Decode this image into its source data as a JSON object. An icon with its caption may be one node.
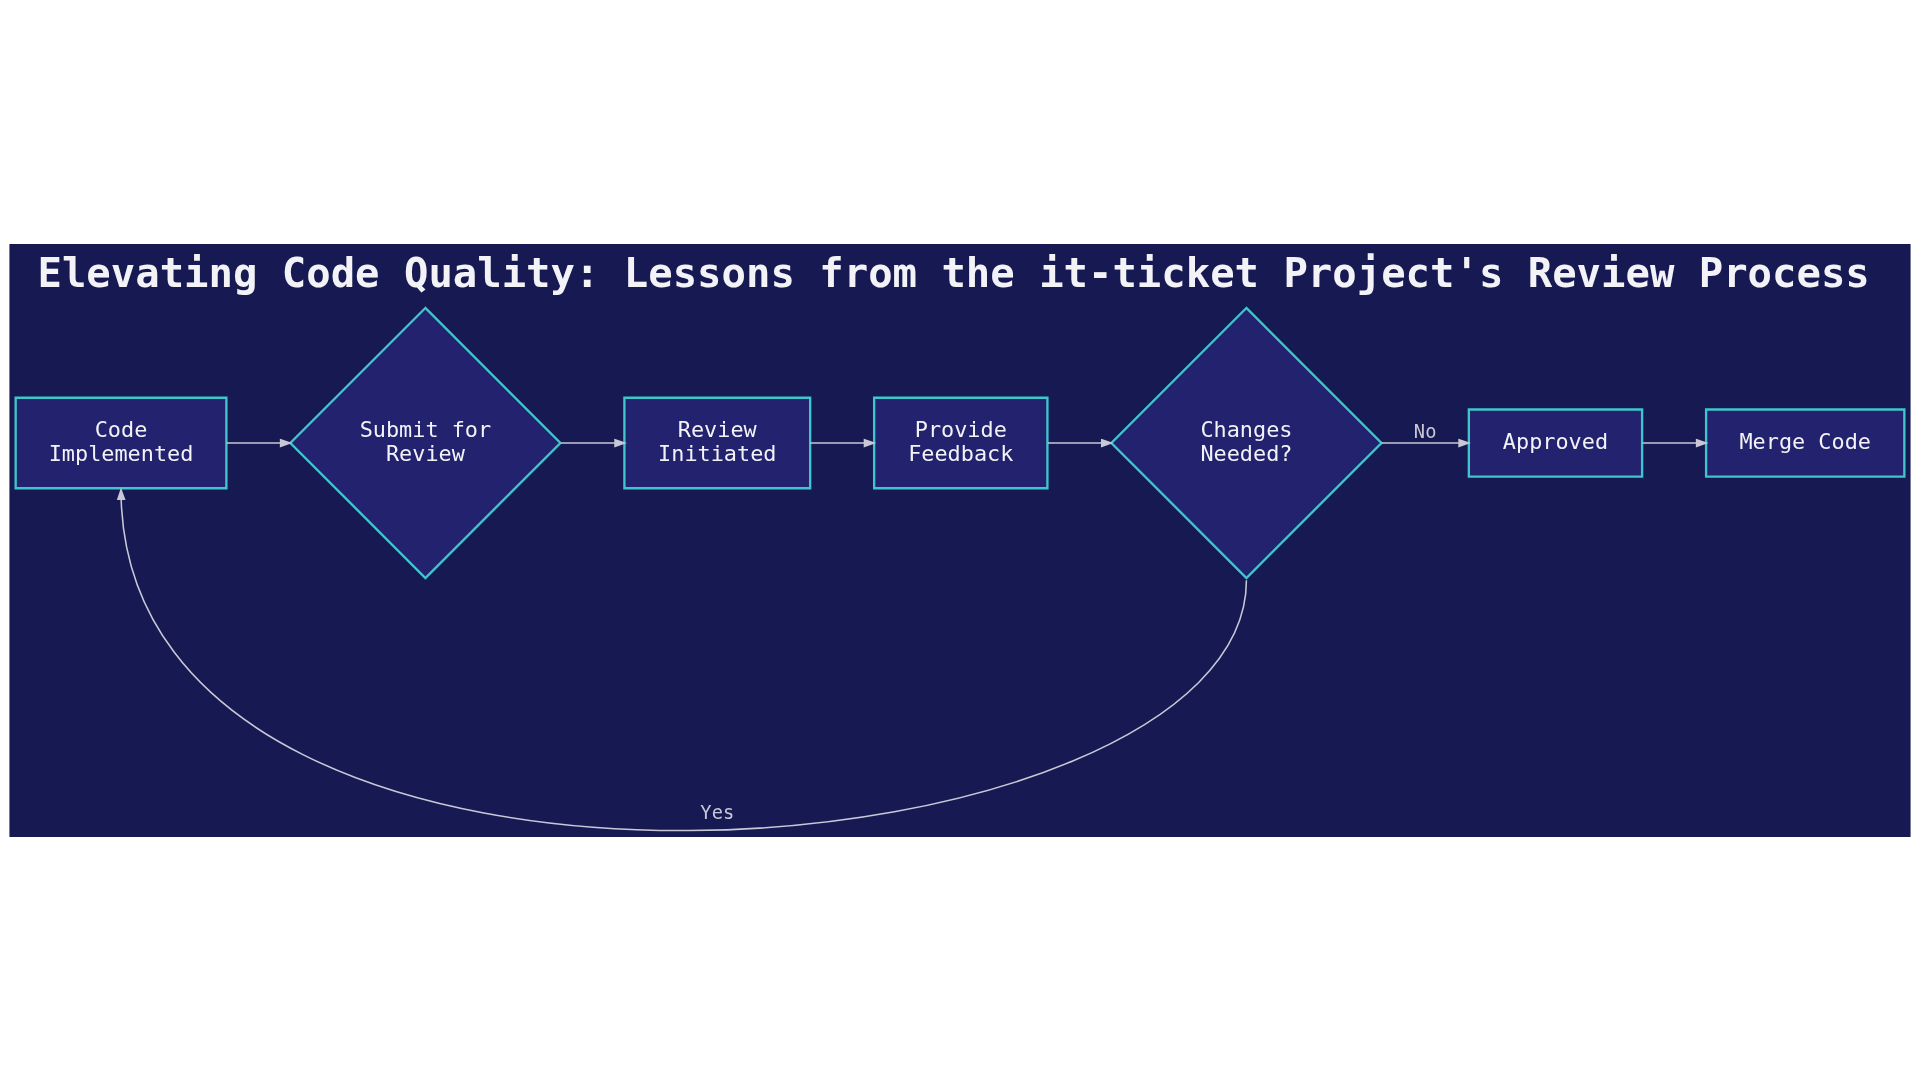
{
  "diagram": {
    "title": "Elevating Code Quality: Lessons from the it-ticket Project's Review Process",
    "nodes": [
      {
        "text": [
          "Code Implemented"
        ]
      },
      {
        "text": [
          "Submit for Review"
        ]
      },
      {
        "text": [
          "Review Initiated"
        ]
      },
      {
        "text": [
          "Provide Feedback"
        ]
      },
      {
        "text": [
          "Changes Needed?"
        ]
      },
      {
        "text": [
          "Approved"
        ]
      },
      {
        "text": [
          "Merge Code"
        ]
      }
    ],
    "edges": [
      {
        "from": 0,
        "to": 1,
        "arrow": "to"
      },
      {
        "from": 1,
        "to": 2,
        "arrow": "to"
      },
      {
        "from": 2,
        "to": 3,
        "arrow": "to"
      },
      {
        "from": 3,
        "to": 4,
        "arrow": "to"
      },
      {
        "from": 4,
        "to": 5,
        "arrow": "to",
        "label": "No"
      },
      {
        "from": 4,
        "to": 0,
        "arrow": "to",
        "label": "Yes"
      },
      {
        "from": 5,
        "to": 6,
        "arrow": "to"
      }
    ]
  }
}
